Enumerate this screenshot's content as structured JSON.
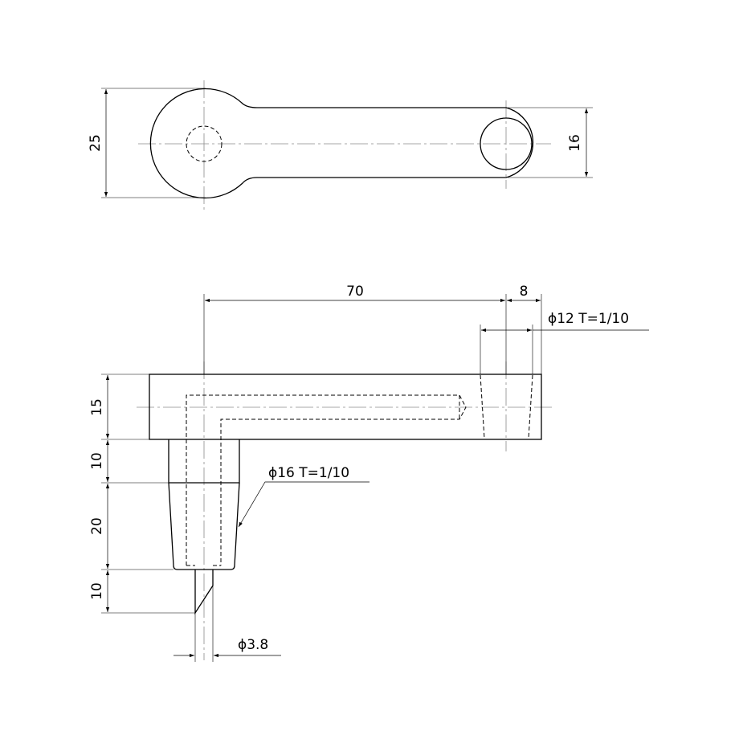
{
  "drawing": {
    "top_view": {
      "dimensions": {
        "overall_width": "25",
        "arm_width": "16"
      }
    },
    "side_view": {
      "dimensions": {
        "hole_center_distance": "70",
        "hole_offset": "8",
        "hole_spec": "ϕ12 T=1/10",
        "arm_height": "15",
        "collar_height": "10",
        "taper_spec": "ϕ16 T=1/10",
        "taper_length": "20",
        "tip_length": "10",
        "tip_diameter": "ϕ3.8"
      }
    }
  }
}
